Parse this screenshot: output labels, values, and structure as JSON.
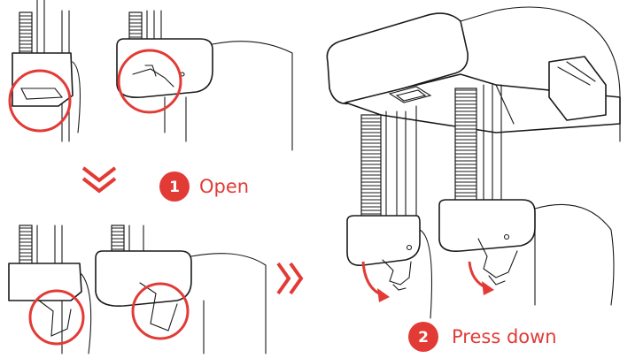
{
  "accent_color": "#e23b36",
  "line_color": "#1a1a1a",
  "steps": [
    {
      "number": "1",
      "label": "Open",
      "icon": "double-chevron-down-icon"
    },
    {
      "number": "2",
      "label": "Press down",
      "icon": "double-chevron-right-icon"
    }
  ]
}
